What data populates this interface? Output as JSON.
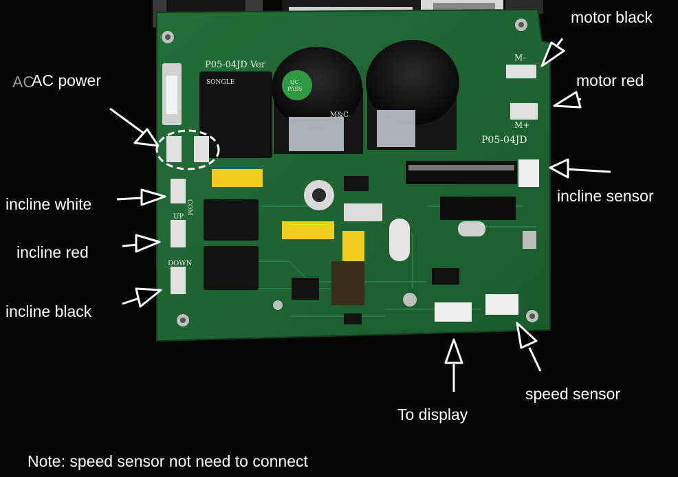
{
  "board": {
    "model_top": "P05-04JD Ver",
    "model_right": "P05-04JD",
    "silk_motor_minus": "M-",
    "silk_motor_plus": "M+",
    "silk_com": "COM",
    "silk_up": "UP",
    "silk_down": "DOWN",
    "capacitor_badge_1": "QC",
    "capacitor_badge_2": "PASS",
    "capacitor_brand": "M&C",
    "relay_brand": "SONGLE"
  },
  "callouts": {
    "ac_power_fragment": "AC",
    "ac_power": "AC power",
    "motor_black": "motor black",
    "motor_red": "motor red",
    "incline_sensor": "incline sensor",
    "incline_white": "incline white",
    "incline_red": "incline red",
    "incline_black": "incline black",
    "to_display": "To display",
    "speed_sensor": "speed sensor"
  },
  "note": "Note: speed sensor not need to connect",
  "colors": {
    "background": "#050505",
    "pcb": "#1f6a34",
    "label_text": "#ffffff"
  }
}
